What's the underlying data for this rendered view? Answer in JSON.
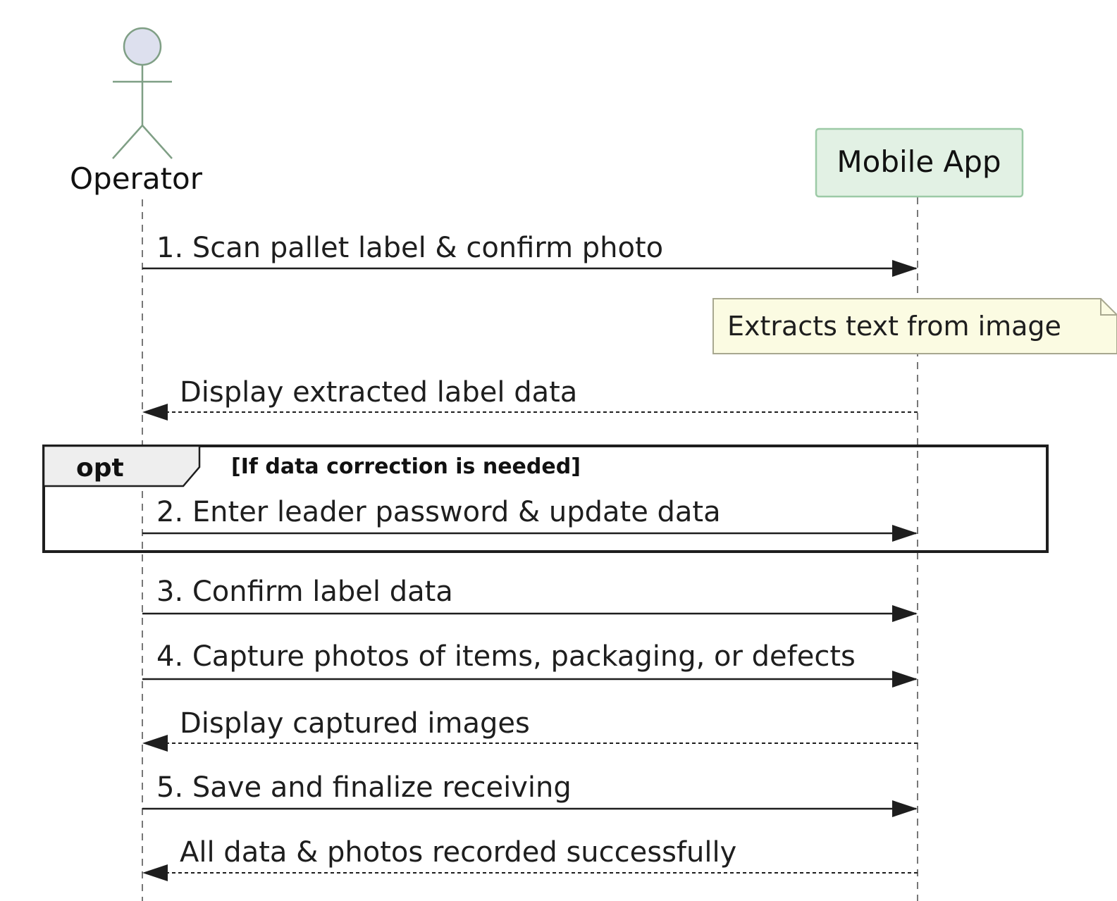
{
  "participants": {
    "actor": {
      "name": "Operator",
      "icon": "stick-figure-icon"
    },
    "system": {
      "name": "Mobile App"
    }
  },
  "messages": [
    {
      "id": "m1",
      "label": "1. Scan pallet label & confirm photo",
      "direction": "Operator → Mobile App",
      "style": "solid"
    },
    {
      "id": "m2",
      "label": "Display extracted label data",
      "direction": "Mobile App → Operator",
      "style": "dashed"
    },
    {
      "id": "m3",
      "label": "2. Enter leader password & update data",
      "direction": "Operator → Mobile App",
      "style": "solid"
    },
    {
      "id": "m4",
      "label": "3. Confirm label data",
      "direction": "Operator → Mobile App",
      "style": "solid"
    },
    {
      "id": "m5",
      "label": "4. Capture photos of items, packaging, or defects",
      "direction": "Operator → Mobile App",
      "style": "solid"
    },
    {
      "id": "m6",
      "label": "Display captured images",
      "direction": "Mobile App → Operator",
      "style": "dashed"
    },
    {
      "id": "m7",
      "label": "5. Save and finalize receiving",
      "direction": "Operator → Mobile App",
      "style": "solid"
    },
    {
      "id": "m8",
      "label": "All data & photos recorded successfully",
      "direction": "Mobile App → Operator",
      "style": "dashed"
    }
  ],
  "note": {
    "text": "Extracts text from image"
  },
  "fragment": {
    "keyword": "opt",
    "condition": "[If data correction is needed]"
  },
  "colors": {
    "actor_fill": "#dde0ee",
    "actor_stroke": "#7f9f85",
    "participant_fill": "#e2f1e4",
    "participant_stroke": "#9ccaa6",
    "note_fill": "#fbfbe2",
    "note_stroke": "#a8a890",
    "fragment_tab_fill": "#eeeeee",
    "line": "#1e1e1e"
  }
}
